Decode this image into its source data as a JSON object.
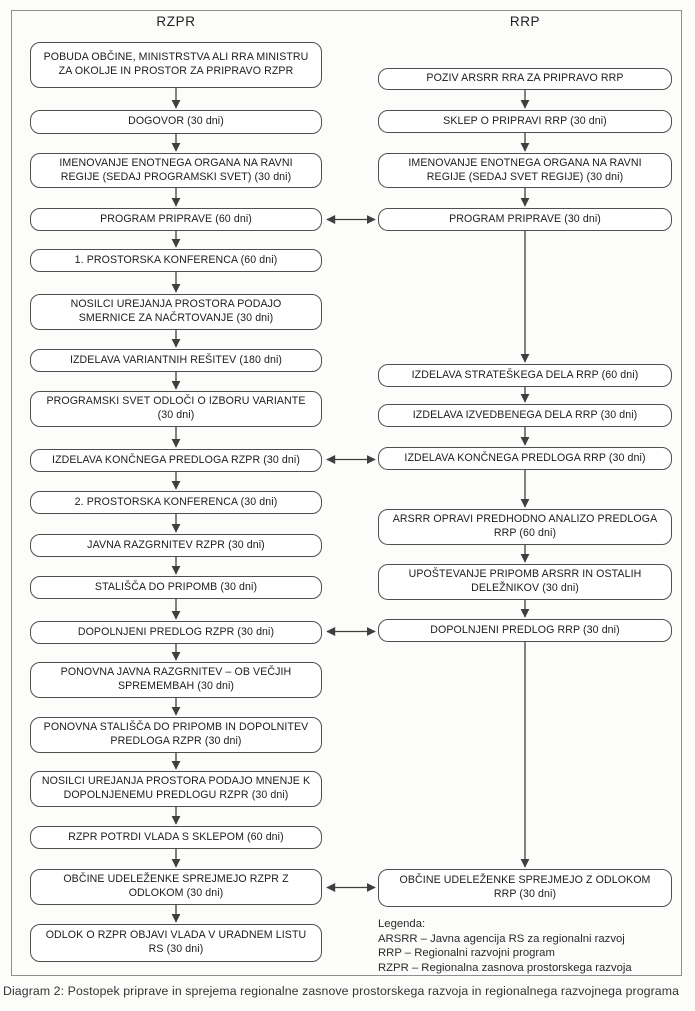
{
  "diagram": {
    "left": {
      "title": "RZPR",
      "boxes": [
        "POBUDA OBČINE, MINISTRSTVA ALI RRA MINISTRU ZA OKOLJE IN PROSTOR ZA PRIPRAVO RZPR",
        "DOGOVOR (30 dni)",
        "IMENOVANJE ENOTNEGA ORGANA NA RAVNI REGIJE (SEDAJ PROGRAMSKI SVET) (30 dni)",
        "PROGRAM PRIPRAVE (60 dni)",
        "1. PROSTORSKA KONFERENCA (60 dni)",
        "NOSILCI UREJANJA PROSTORA PODAJO SMERNICE ZA NAČRTOVANJE (30 dni)",
        "IZDELAVA VARIANTNIH REŠITEV (180 dni)",
        "PROGRAMSKI SVET ODLOČI O IZBORU VARIANTE (30 dni)",
        "IZDELAVA KONČNEGA PREDLOGA RZPR (30 dni)",
        "2. PROSTORSKA KONFERENCA (30 dni)",
        "JAVNA RAZGRNITEV RZPR (30 dni)",
        "STALIŠČA DO PRIPOMB (30 dni)",
        "DOPOLNJENI PREDLOG RZPR (30 dni)",
        "PONOVNA JAVNA RAZGRNITEV – OB VEČJIH SPREMEMBAH (30 dni)",
        "PONOVNA STALIŠČA DO PRIPOMB IN DOPOLNITEV PREDLOGA RZPR (30 dni)",
        "NOSILCI UREJANJA PROSTORA PODAJO MNENJE K DOPOLNJENEMU PREDLOGU RZPR (30 dni)",
        "RZPR POTRDI VLADA S SKLEPOM (60 dni)",
        "OBČINE UDELEŽENKE SPREJMEJO RZPR Z ODLOKOM (30 dni)",
        "ODLOK O RZPR OBJAVI VLADA V URADNEM LISTU RS (30 dni)"
      ]
    },
    "right": {
      "title": "RRP",
      "boxes": [
        "POZIV ARSRR RRA ZA PRIPRAVO RRP",
        "SKLEP O PRIPRAVI RRP (30 dni)",
        "IMENOVANJE ENOTNEGA ORGANA NA RAVNI REGIJE (SEDAJ SVET REGIJE) (30 dni)",
        "PROGRAM PRIPRAVE (30 dni)",
        "IZDELAVA STRATEŠKEGA DELA RRP (60 dni)",
        "IZDELAVA IZVEDBENEGA DELA RRP (30 dni)",
        "IZDELAVA KONČNEGA PREDLOGA RRP (30 dni)",
        "ARSRR OPRAVI PREDHODNO ANALIZO PREDLOGA RRP (60 dni)",
        "UPOŠTEVANJE PRIPOMB ARSRR IN OSTALIH DELEŽNIKOV (30 dni)",
        "DOPOLNJENI PREDLOG RRP (30 dni)",
        "OBČINE UDELEŽENKE SPREJMEJO Z ODLOKOM RRP (30 dni)"
      ]
    },
    "legend": {
      "title": "Legenda:",
      "entries": [
        "ARSRR – Javna agencija RS za regionalni razvoj",
        "RRP – Regionalni razvojni program",
        "RZPR – Regionalna zasnova prostorskega razvoja"
      ]
    },
    "caption": "Diagram 2: Postopek priprave in sprejema regionalne zasnove prostorskega razvoja in regionalnega razvojnega programa",
    "colors": {
      "box_border": "#4f4f4f",
      "box_background": "#ffffff",
      "arrow": "#3f3f3f",
      "frame": "#8f8f8f",
      "text": "#1c1c1c"
    }
  }
}
